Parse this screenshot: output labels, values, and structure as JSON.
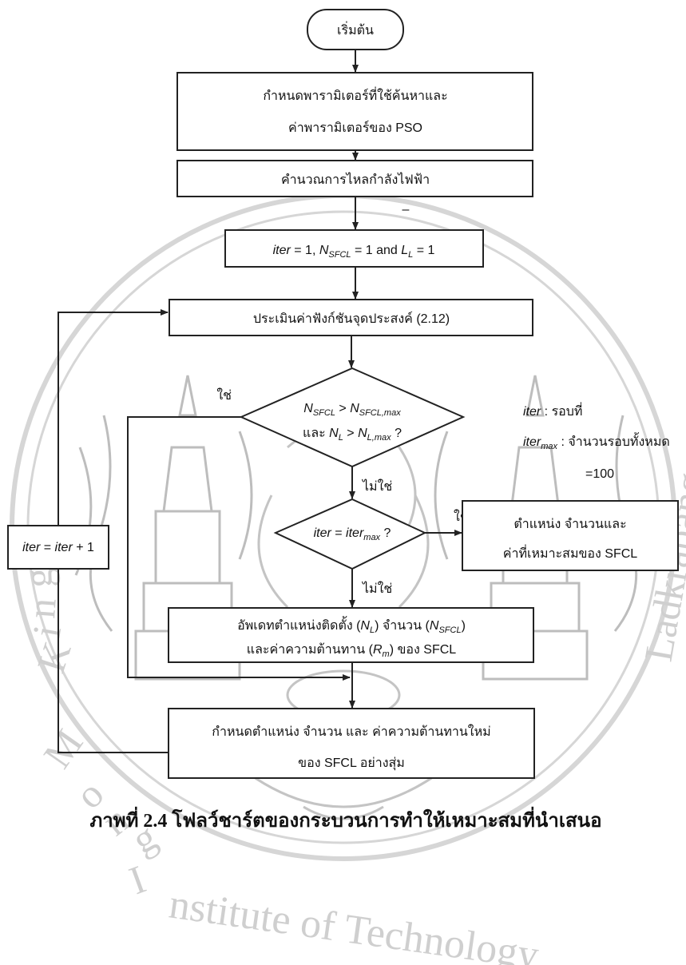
{
  "flowchart": {
    "start": "เริ่มต้น",
    "step1_line1": "กำหนดพารามิเตอร์ที่ใช้ค้นหาและ",
    "step1_line2": "ค่าพารามิเตอร์ของ PSO",
    "step2": "คำนวณการไหลกำลังไฟฟ้า",
    "init": {
      "iter": "iter",
      "eq1": " = 1, ",
      "N": "N",
      "sfcl": "SFCL",
      "eq2": " = 1 and ",
      "L": "L",
      "eq3": " = 1"
    },
    "evaluate": "ประเมินค่าฟังก์ชันจุดประสงค์ (2.12)",
    "decision1": {
      "and_word": "และ ",
      "max_sub": "SFCL,max",
      "Lmax_sub": "L,max",
      "gt": " > ",
      "q": " ?"
    },
    "decision2": {
      "iter": "iter",
      "eq": " = ",
      "itermax": "iter",
      "max": "max",
      "q": " ?"
    },
    "yes": "ใช่",
    "no": "ไม่ใช่",
    "result_line1": "ตำแหน่ง จำนวนและ",
    "result_line2": "ค่าที่เหมาะสมของ SFCL",
    "update_line1": {
      "a": "อัพเดทตำแหน่งติดตั้ง (",
      "NL": "N",
      "L": "L",
      "b": ") จำนวน (",
      "N": "N",
      "sfcl": "SFCL",
      "c": ")"
    },
    "update_line2": {
      "a": "และค่าความต้านทาน (",
      "R": "R",
      "m": "m",
      "b": ") ของ SFCL"
    },
    "random_line1": "กำหนดตำแหน่ง จำนวน และ ค่าความต้านทานใหม่",
    "random_line2": "ของ SFCL อย่างสุ่ม",
    "loop": {
      "iter1": "iter",
      "eq": " = ",
      "iter2": "iter",
      "plus": " + 1"
    },
    "dash": "–"
  },
  "legend": {
    "iter_term": "iter",
    "iter_def": " :  รอบที่",
    "itermax_term": "iter",
    "itermax_sub": "max",
    "itermax_def": " : จำนวนรอบทั้งหมด",
    "itermax_value": "=100"
  },
  "caption": "ภาพที่ 2.4 โฟลว์ชาร์ตของกระบวนการทำให้เหมาะสมที่นำเสนอ",
  "watermark": {
    "text_left": "King Mongkut's",
    "text_right": "Ladkrabang",
    "text_bottom": "Institute of Technology",
    "color": "#c9c9c9"
  }
}
